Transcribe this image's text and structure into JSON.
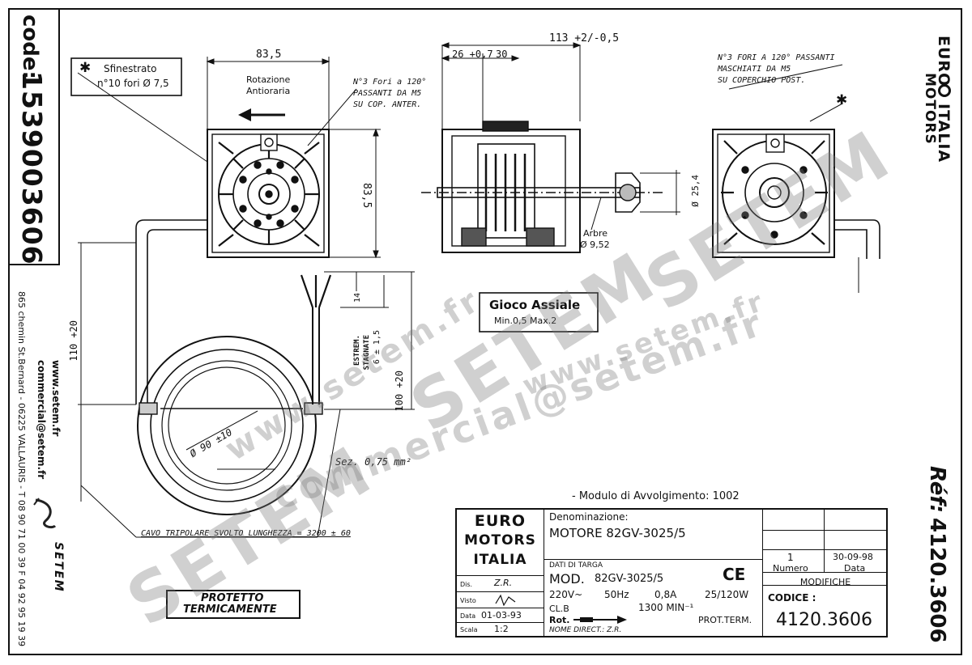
{
  "sidebar_left": {
    "code_label": "code:",
    "code_value": "1539003606",
    "address": "865 chemin St.Bernard  -  06225 VALLAURIS  -  T 08 90 71 00 39  F 04 92 95 19 39",
    "website": "www.setem.fr",
    "email": "commercial@setem.fr",
    "brand": "SETEM"
  },
  "sidebar_right": {
    "ref_label": "Réf:",
    "ref_value": "4120.3606"
  },
  "brand_logo": {
    "line1": "EURO",
    "line2": "ITALIA",
    "line3": "MOTORS"
  },
  "front_view": {
    "width_dim": "83,5",
    "height_dim": "83,5",
    "legend_symbol": "✱",
    "legend_line1": "Sfinestrato",
    "legend_line2": "n°10 fori Ø 7,5",
    "rotation_line1": "Rotazione",
    "rotation_line2": "Antioraria",
    "holes_line1": "N°3 Fori a 120°",
    "holes_line2": "PASSANTI DA M5",
    "holes_line3": "SU COP. ANTER."
  },
  "side_view": {
    "length_dim": "113 +2/-0,5",
    "dim_26": "26 +0,7",
    "dim_30": "30",
    "shaft_label": "Arbre",
    "shaft_dim": "Ø 9,52",
    "dia_25": "Ø 25,4"
  },
  "rear_view": {
    "holes_line1": "N°3 FORI A 120° PASSANTI",
    "holes_line2": "MASCHIATI DA M5",
    "holes_line3": "SU COPERCHIO POST."
  },
  "axial_play": {
    "title": "Gioco Assiale",
    "values": "Min.0,5  Max.2"
  },
  "cable": {
    "dim_110": "110 +20",
    "dim_100": "100 +20",
    "strip_line1": "ESTREM.",
    "strip_line2": "STAGNATE",
    "strip_dim": "6 ± 1,5",
    "dim_14": "14",
    "coil_dia": "Ø 90 ±10",
    "section": "Sez. 0,75 mm²",
    "cable_length": "CAVO TRIPOLARE SVOLTO LUNGHEZZA = 3200 ± 60"
  },
  "thermal": {
    "line1": "PROTETTO",
    "line2": "TERMICAMENTE"
  },
  "winding_module": "- Modulo di Avvolgimento: 1002",
  "title_block": {
    "logo_line1": "EURO",
    "logo_line2": "MOTORS",
    "logo_line3": "ITALIA",
    "dis_label": "Dis.",
    "dis_value": "Z.R.",
    "visto_label": "Visto",
    "data_label": "Data",
    "data_value": "01-03-93",
    "scala_label": "Scala",
    "scala_value": "1:2",
    "denominazione_label": "Denominazione:",
    "denominazione_value": "MOTORE   82GV-3025/5",
    "dati_targa_label": "DATI DI TARGA",
    "mod_label": "MOD.",
    "mod_value": "82GV-3025/5",
    "ce_mark": "CE",
    "voltage": "220V~",
    "frequency": "50Hz",
    "current": "0,8A",
    "power": "25/120W",
    "class_label": "CL.B",
    "speed": "1300 MIN⁻¹",
    "rot_label": "Rot.",
    "prot_term": "PROT.TERM.",
    "nome_direct": "NOME DIRECT.: Z.R.",
    "mod_numero_value": "1",
    "mod_date_value": "30-09-98",
    "numero_label": "Numero",
    "data_col_label": "Data",
    "modifiche_label": "MODIFICHE",
    "codice_label": "CODICE :",
    "codice_value": "4120.3606"
  },
  "watermarks": {
    "brand": "SETEM",
    "site": "www.setem.fr",
    "mail": "commercial@setem.fr"
  }
}
